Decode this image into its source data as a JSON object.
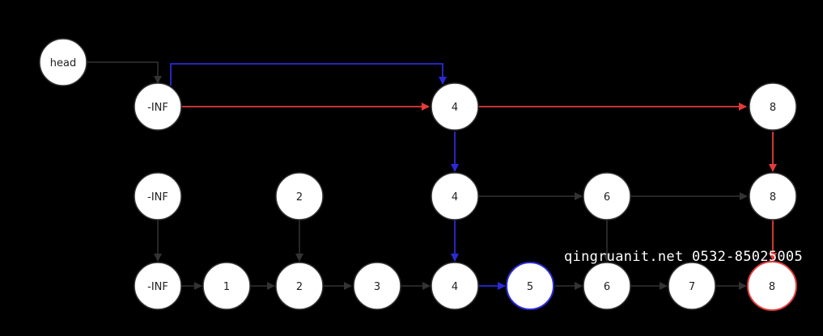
{
  "nodes": {
    "head": "head",
    "top_ninf": "-INF",
    "top_4": "4",
    "top_8": "8",
    "mid_ninf": "-INF",
    "mid_2": "2",
    "mid_4": "4",
    "mid_6": "6",
    "mid_8": "8",
    "bot_ninf": "-INF",
    "bot_1": "1",
    "bot_2": "2",
    "bot_3": "3",
    "bot_4": "4",
    "bot_5": "5",
    "bot_6": "6",
    "bot_7": "7",
    "bot_8": "8"
  },
  "watermark": "qingruanit.net 0532-85025005",
  "colors": {
    "background": "#000000",
    "edge": "#333333",
    "search_path": "#2a2ad8",
    "insert_path": "#e33b3b",
    "node_fill": "#ffffff"
  }
}
